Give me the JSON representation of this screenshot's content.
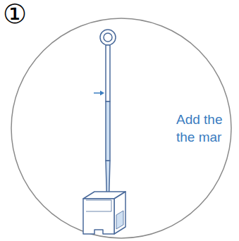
{
  "diagram": {
    "labels": [
      "①",
      "Add the",
      "the mar"
    ]
  }
}
